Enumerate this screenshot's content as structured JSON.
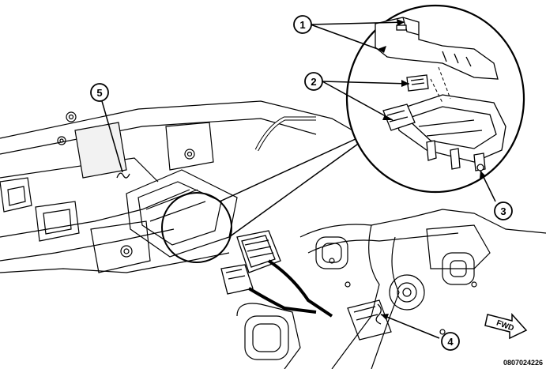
{
  "figure_id": "0807024226",
  "fwd_label": "FWD",
  "callouts": [
    {
      "label": "1"
    },
    {
      "label": "2"
    },
    {
      "label": "3"
    },
    {
      "label": "4"
    },
    {
      "label": "5"
    }
  ]
}
